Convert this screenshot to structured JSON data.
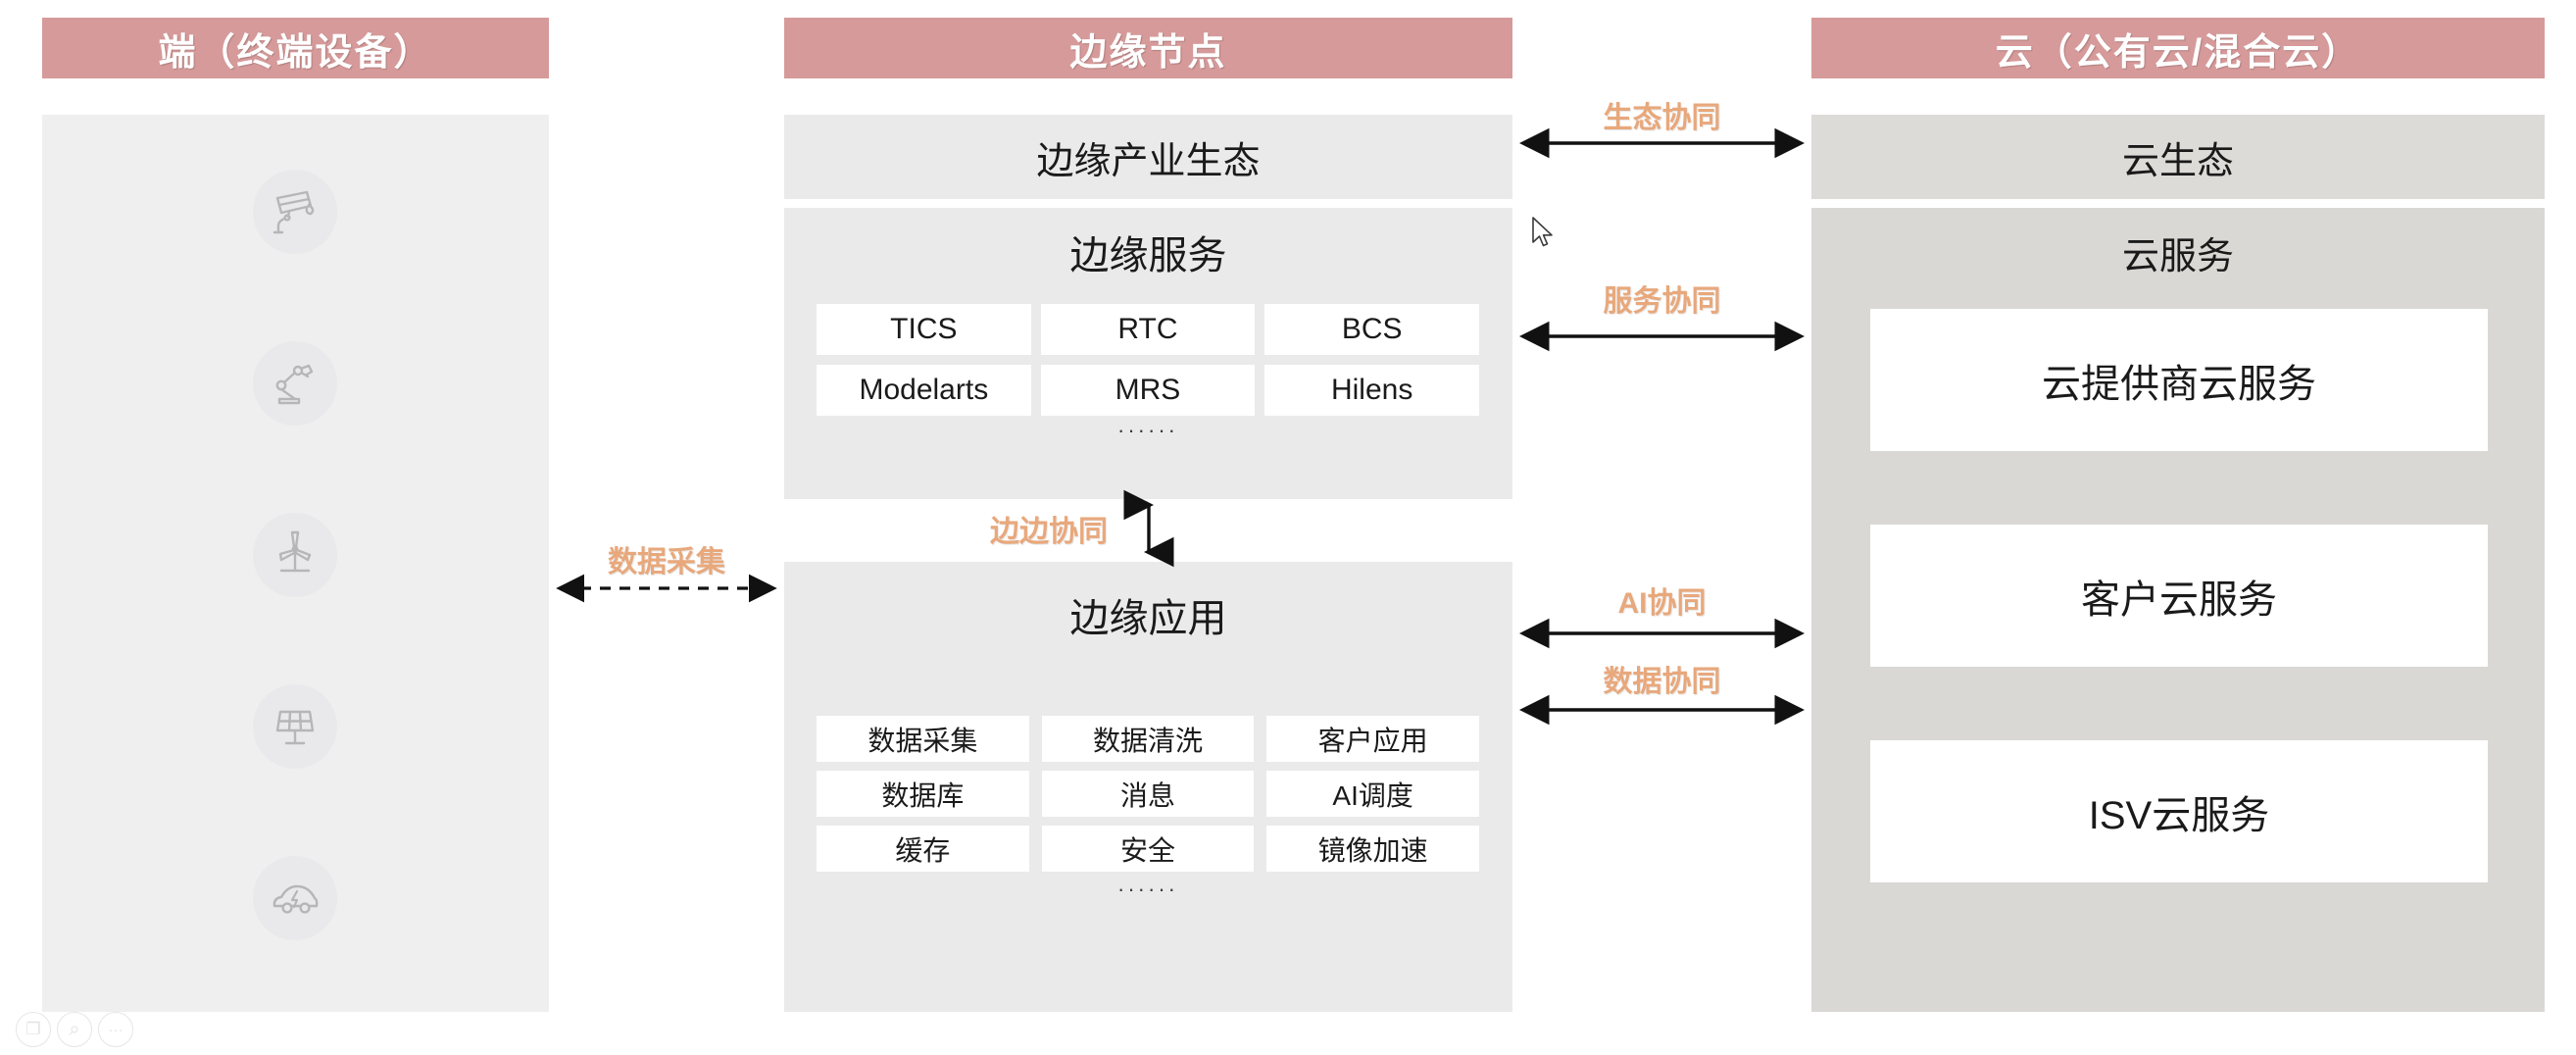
{
  "columns": {
    "terminal": {
      "header": "端（终端设备）",
      "devices": [
        {
          "name": "security-camera",
          "icon": "camera-icon"
        },
        {
          "name": "robot-arm",
          "icon": "robot-arm-icon"
        },
        {
          "name": "wind-turbine",
          "icon": "wind-turbine-icon"
        },
        {
          "name": "solar-panel",
          "icon": "solar-panel-icon"
        },
        {
          "name": "electric-vehicle",
          "icon": "electric-car-icon"
        }
      ]
    },
    "edge": {
      "header": "边缘节点",
      "ecosystem_title": "边缘产业生态",
      "service": {
        "title": "边缘服务",
        "chips": [
          "TICS",
          "RTC",
          "BCS",
          "Modelarts",
          "MRS",
          "Hilens"
        ],
        "more": "······"
      },
      "application": {
        "title": "边缘应用",
        "chips": [
          "数据采集",
          "数据清洗",
          "客户应用",
          "数据库",
          "消息",
          "AI调度",
          "缓存",
          "安全",
          "镜像加速"
        ],
        "more": "······"
      }
    },
    "cloud": {
      "header": "云（公有云/混合云）",
      "ecosystem_title": "云生态",
      "service_title": "云服务",
      "cards": [
        "云提供商云服务",
        "客户云服务",
        "ISV云服务"
      ]
    }
  },
  "connectors": [
    {
      "name": "data-collection",
      "label": "数据采集",
      "style": "dashed",
      "direction": "both"
    },
    {
      "name": "ecosystem-collaboration",
      "label": "生态协同",
      "style": "solid",
      "direction": "both"
    },
    {
      "name": "service-collaboration",
      "label": "服务协同",
      "style": "solid",
      "direction": "both"
    },
    {
      "name": "edge-edge-collaboration",
      "label": "边边协同",
      "style": "solid",
      "direction": "both"
    },
    {
      "name": "ai-collaboration",
      "label": "AI协同",
      "style": "solid",
      "direction": "both"
    },
    {
      "name": "data-collaboration",
      "label": "数据协同",
      "style": "solid",
      "direction": "both"
    }
  ],
  "bottom_toolbar": {
    "tools": [
      {
        "name": "copy-icon",
        "glyph": "❐"
      },
      {
        "name": "search-icon",
        "glyph": "⌕"
      },
      {
        "name": "more-icon",
        "glyph": "···"
      }
    ]
  },
  "colors": {
    "header_bg": "#d69a9a",
    "header_text": "#ffffff",
    "panel_light": "#efefef",
    "panel_mid": "#eaeaea",
    "panel_grey": "#dcdbd7",
    "accent": "#e8a87c",
    "chip_bg": "#ffffff",
    "text": "#1a1a1a"
  }
}
